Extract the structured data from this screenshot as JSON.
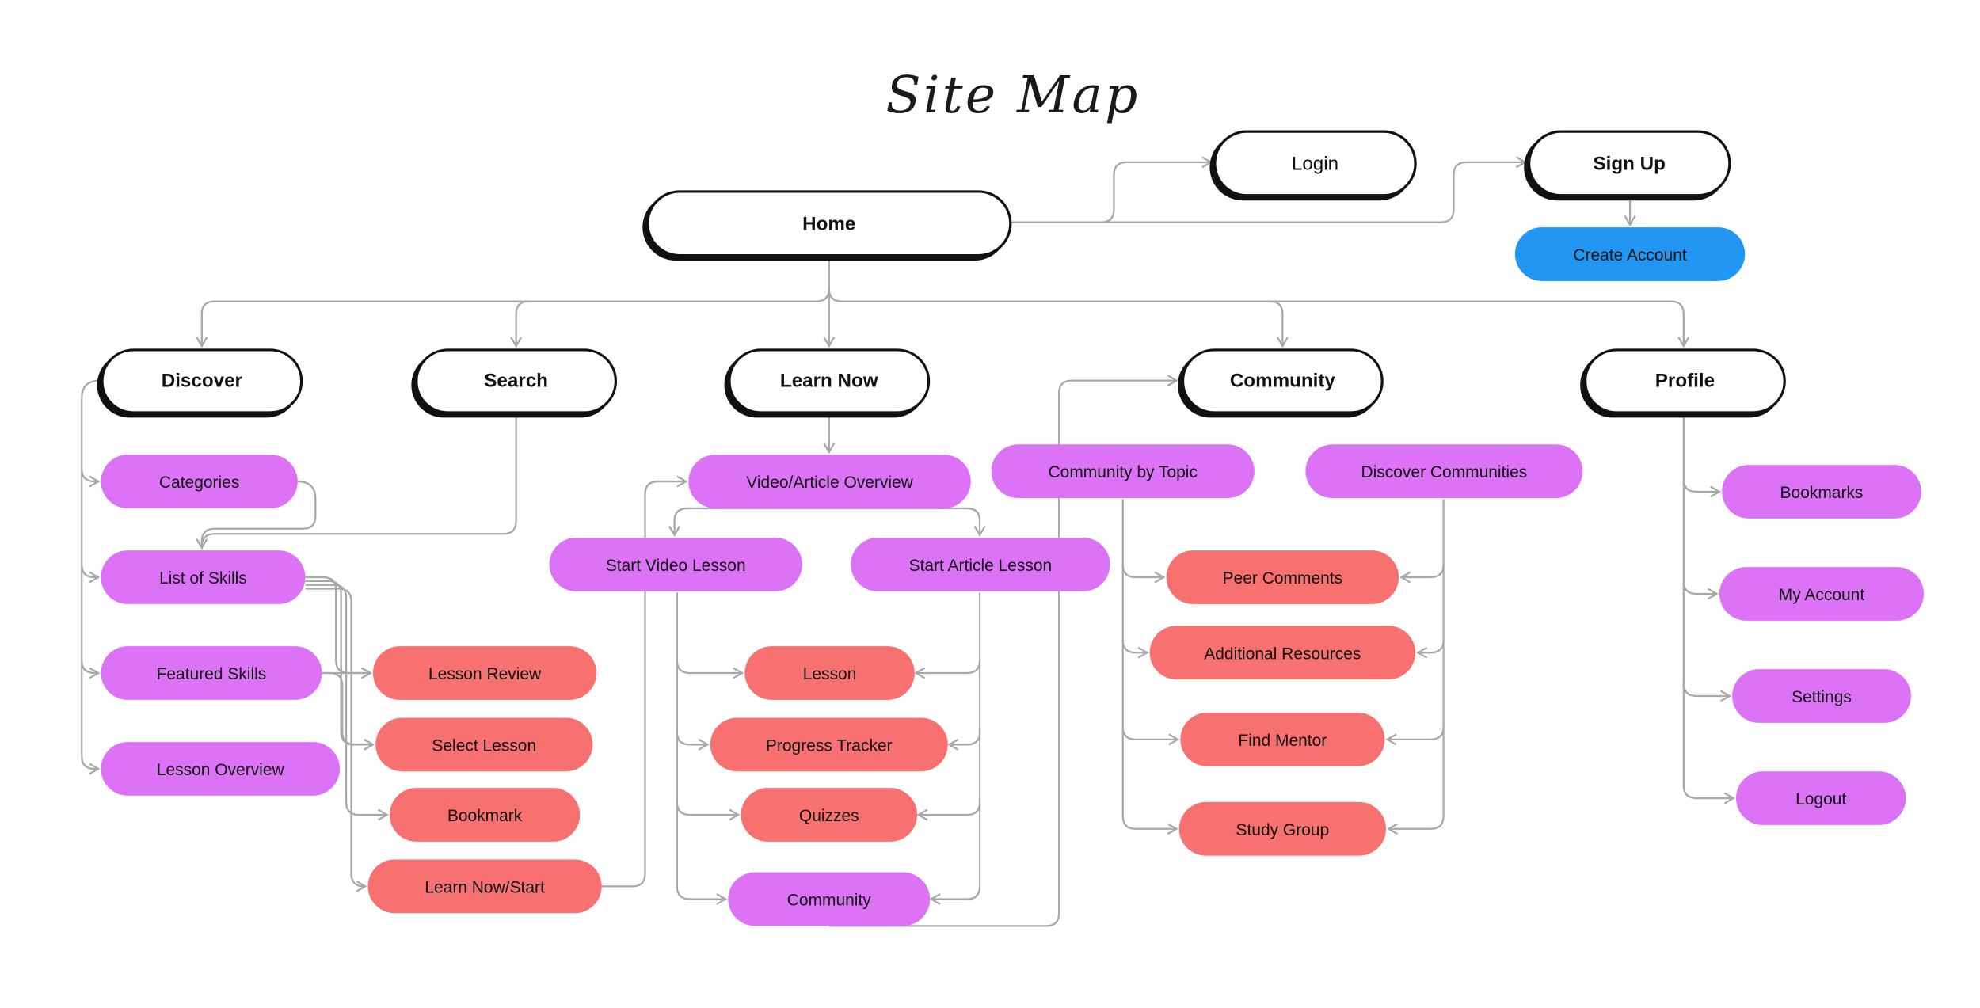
{
  "title": "Site Map",
  "colors": {
    "section": "#ffffff",
    "category": "#dc73f6",
    "detail": "#f87171",
    "action": "#2196f3",
    "connector": "#a8a8a8"
  },
  "nodes": {
    "home": "Home",
    "login": "Login",
    "signup": "Sign Up",
    "create_account": "Create Account",
    "discover": "Discover",
    "search": "Search",
    "learn_now": "Learn Now",
    "community": "Community",
    "profile": "Profile",
    "categories": "Categories",
    "list_of_skills": "List of Skills",
    "featured_skills": "Featured Skills",
    "lesson_overview": "Lesson Overview",
    "lesson_review": "Lesson Review",
    "select_lesson": "Select Lesson",
    "bookmark": "Bookmark",
    "learn_now_start": "Learn Now/Start",
    "video_article_overview": "Video/Article Overview",
    "start_video_lesson": "Start Video Lesson",
    "start_article_lesson": "Start Article Lesson",
    "lesson": "Lesson",
    "progress_tracker": "Progress Tracker",
    "quizzes": "Quizzes",
    "community_link": "Community",
    "community_by_topic": "Community by Topic",
    "discover_communities": "Discover Communities",
    "peer_comments": "Peer Comments",
    "additional_resources": "Additional Resources",
    "find_mentor": "Find Mentor",
    "study_group": "Study Group",
    "bookmarks": "Bookmarks",
    "my_account": "My Account",
    "settings": "Settings",
    "logout": "Logout"
  }
}
